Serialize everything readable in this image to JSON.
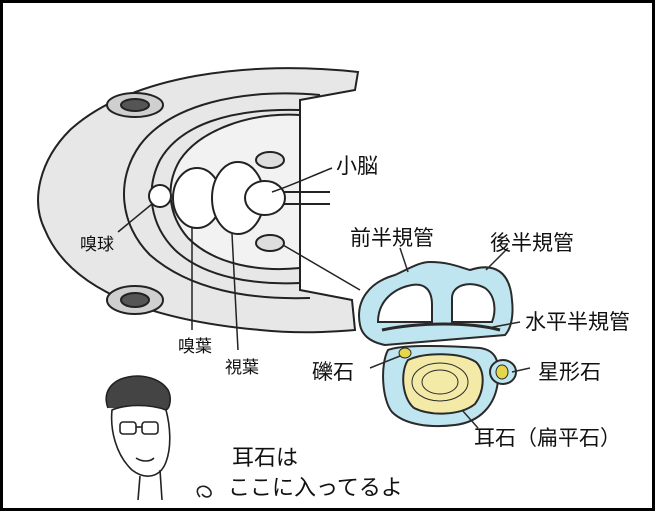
{
  "colors": {
    "canal": "#bfe6f0",
    "canal_stroke": "#2a2a2a",
    "otolith": "#f3eaa8",
    "otolith_dot": "#e6d64a",
    "head": "#e7e7e7"
  },
  "labels": {
    "cerebellum": "小脳",
    "olfactory_bulb": "嗅球",
    "olfactory_lobe": "嗅葉",
    "optic_lobe": "視葉",
    "anterior_canal": "前半規管",
    "posterior_canal": "後半規管",
    "horizontal_canal": "水平半規管",
    "lapillus": "礫石",
    "asteriscus": "星形石",
    "sagitta": "耳石（扁平石）"
  },
  "speech": {
    "line1": "耳石は",
    "line2": "ここに入ってるよ"
  },
  "icons": [
    "cartoon-face-icon",
    "fish-head-icon",
    "inner-ear-icon"
  ]
}
